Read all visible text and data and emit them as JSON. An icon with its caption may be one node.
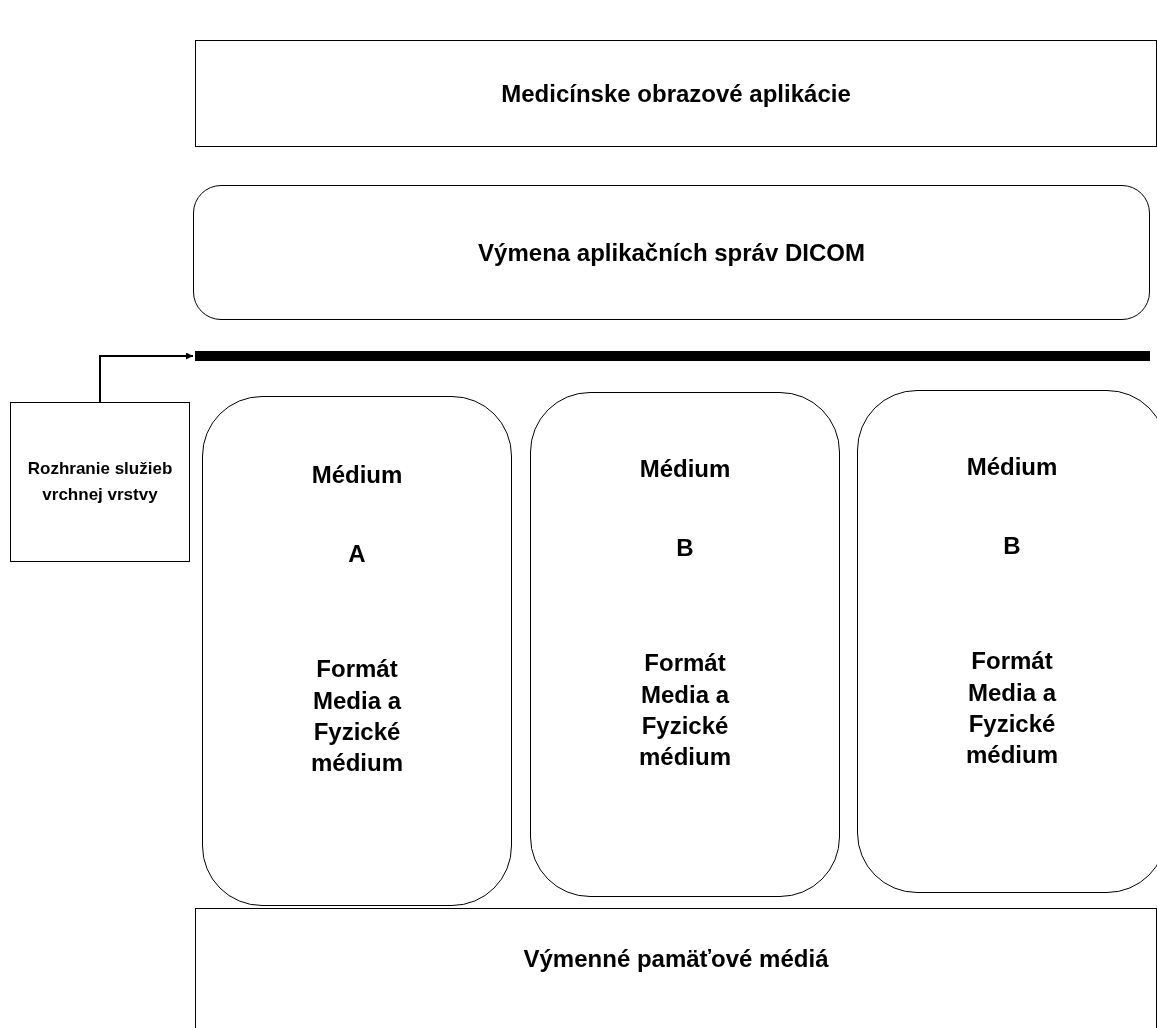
{
  "diagram": {
    "nodes": [
      {
        "text": [
          "Medicínske obrazové aplikácie"
        ]
      },
      {
        "text": [
          "Výmena aplikačních správ DICOM"
        ]
      },
      {
        "text": [],
        "shape": "bar"
      },
      {
        "text": [
          "Rozhranie služieb vrchnej vrstvy"
        ]
      },
      {
        "text": [
          "Médium",
          "A",
          "Formát Media a Fyzické médium"
        ]
      },
      {
        "text": [
          "Médium",
          "B",
          "Formát Media a Fyzické médium"
        ]
      },
      {
        "text": [
          "Médium",
          "B",
          "Formát Media a Fyzické médium"
        ]
      },
      {
        "text": [
          "Výmenné pamäťové médiá"
        ]
      }
    ],
    "edges": [
      {
        "from": 3,
        "to": 2,
        "arrow": "to"
      }
    ]
  }
}
